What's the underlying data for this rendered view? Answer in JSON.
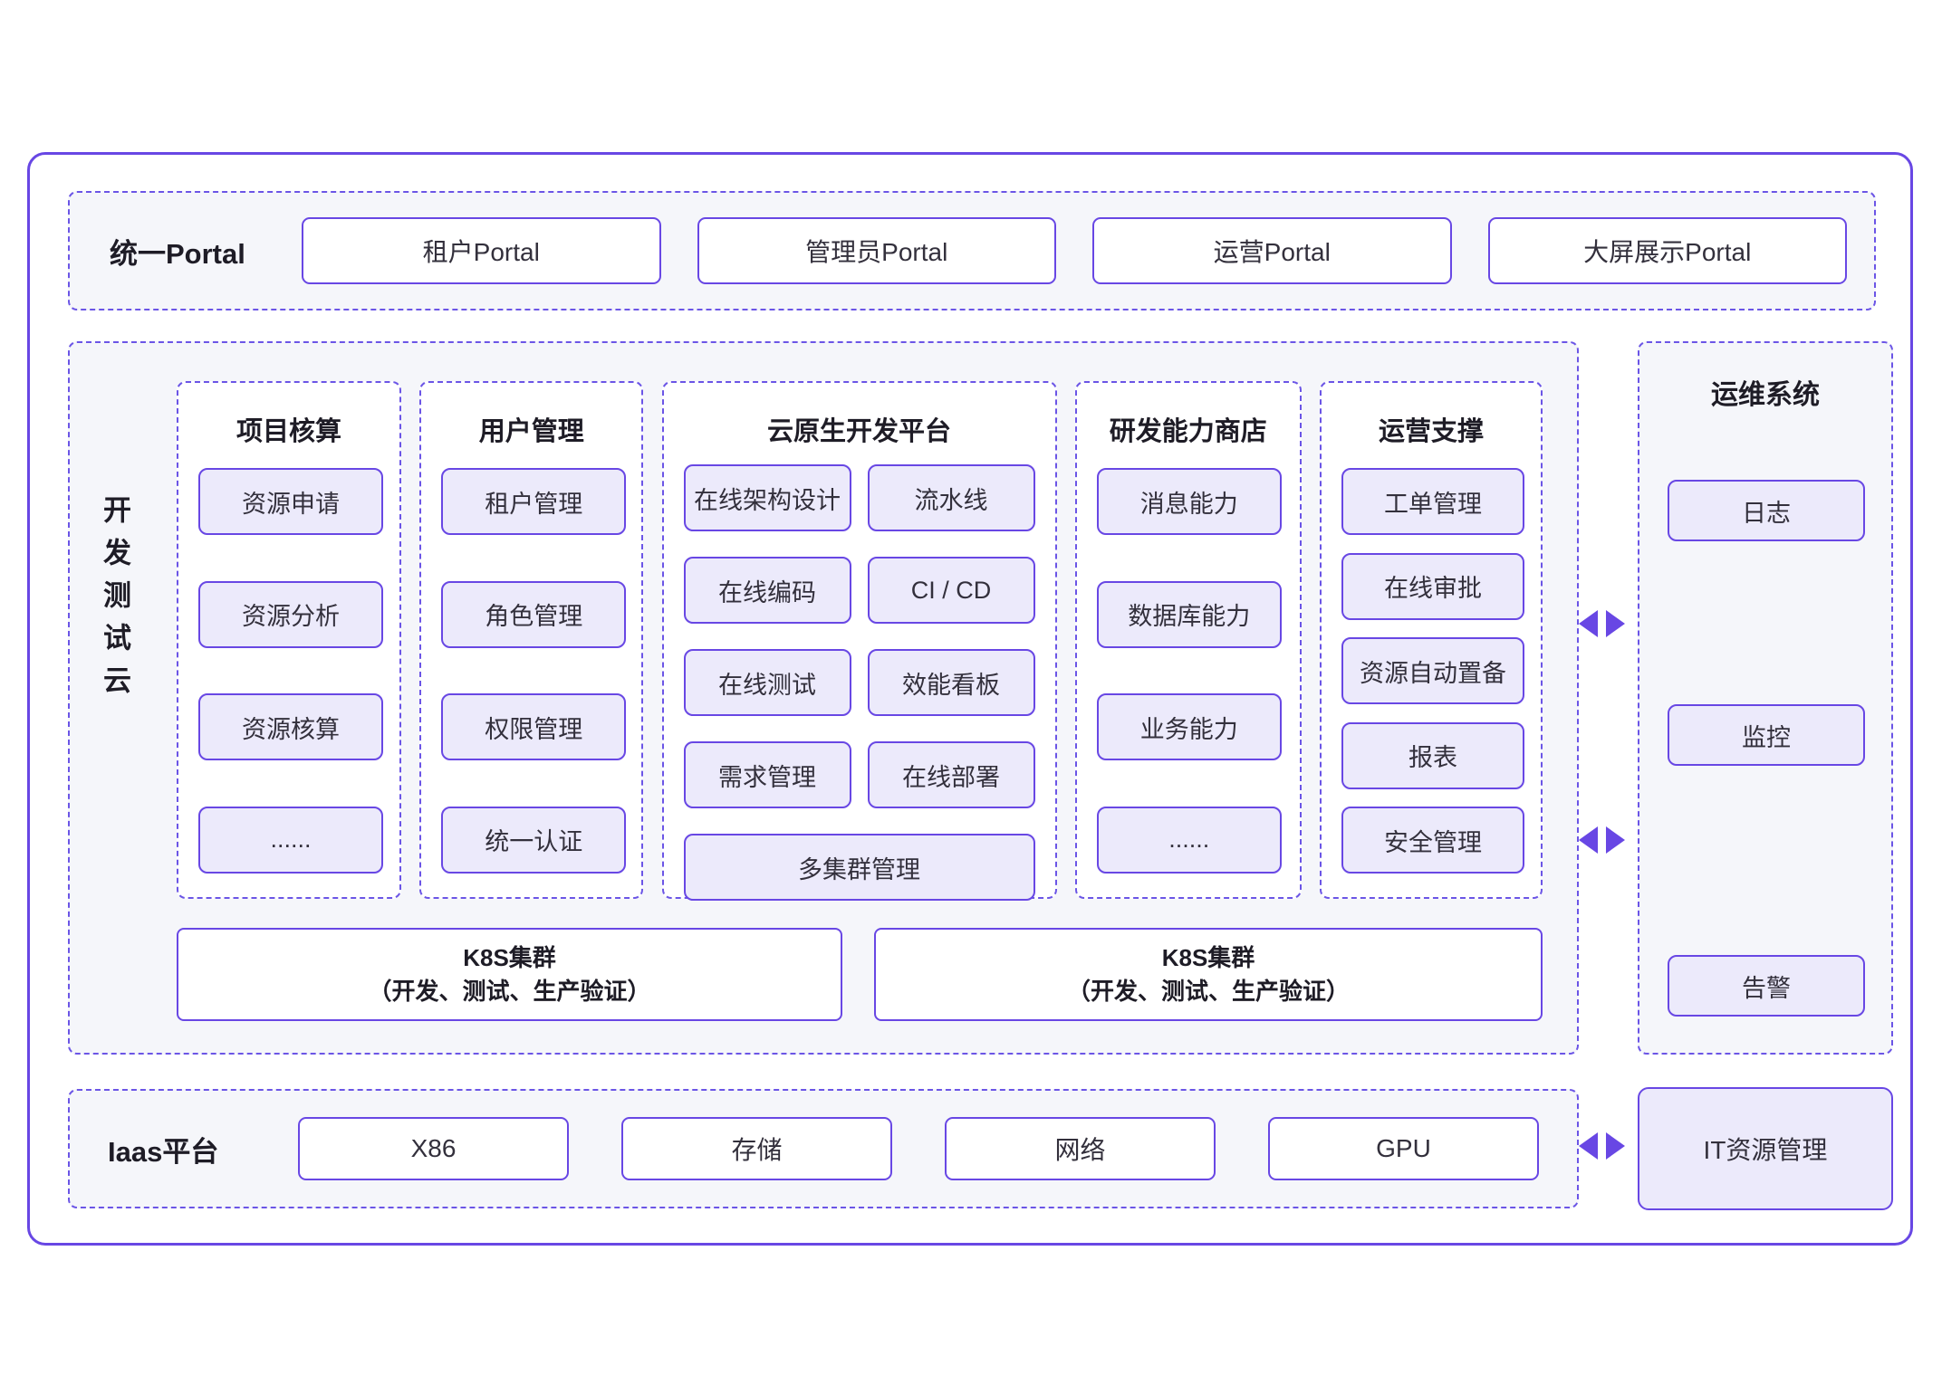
{
  "colors": {
    "purple": "#6847e4",
    "purple-dash": "#6b55e6",
    "node-fill": "#eceafb",
    "panel-fill": "#f5f6fa",
    "text-dark": "#1e1c26",
    "text-body": "#33303c"
  },
  "portal": {
    "label": "统一Portal",
    "buttons": [
      "租户Portal",
      "管理员Portal",
      "运营Portal",
      "大屏展示Portal"
    ]
  },
  "devcloud": {
    "label": "开发测试云",
    "columns": [
      {
        "title": "项目核算",
        "items": [
          "资源申请",
          "资源分析",
          "资源核算",
          "......"
        ]
      },
      {
        "title": "用户管理",
        "items": [
          "租户管理",
          "角色管理",
          "权限管理",
          "统一认证"
        ]
      },
      {
        "title": "云原生开发平台",
        "grid": [
          "在线架构设计",
          "流水线",
          "在线编码",
          "CI / CD",
          "在线测试",
          "效能看板",
          "需求管理",
          "在线部署"
        ],
        "wide": "多集群管理"
      },
      {
        "title": "研发能力商店",
        "items": [
          "消息能力",
          "数据库能力",
          "业务能力",
          "......"
        ]
      },
      {
        "title": "运营支撑",
        "items": [
          "工单管理",
          "在线审批",
          "资源自动置备",
          "报表",
          "安全管理"
        ]
      }
    ],
    "k8s": [
      {
        "line1": "K8S集群",
        "line2": "（开发、测试、生产验证）"
      },
      {
        "line1": "K8S集群",
        "line2": "（开发、测试、生产验证）"
      }
    ]
  },
  "ops": {
    "title": "运维系统",
    "items": [
      "日志",
      "监控",
      "告警"
    ]
  },
  "iaas": {
    "label": "Iaas平台",
    "buttons": [
      "X86",
      "存储",
      "网络",
      "GPU"
    ]
  },
  "it_mgmt": {
    "label": "IT资源管理"
  }
}
